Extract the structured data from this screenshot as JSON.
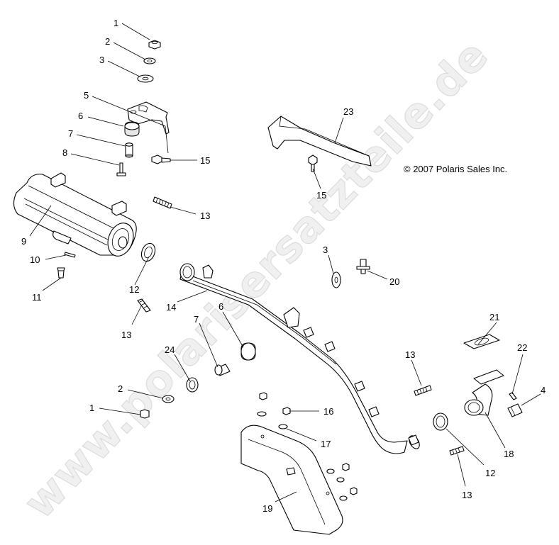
{
  "watermark": "www.polarisersatzteile.de",
  "copyright": "© 2007 Polaris Sales Inc.",
  "callouts": {
    "c1a": "1",
    "c2a": "2",
    "c3a": "3",
    "c5": "5",
    "c6a": "6",
    "c7a": "7",
    "c8": "8",
    "c15a": "15",
    "c9": "9",
    "c13a": "13",
    "c10": "10",
    "c11": "11",
    "c12a": "12",
    "c13b": "13",
    "c23": "23",
    "c15b": "15",
    "c3b": "3",
    "c20": "20",
    "c14": "14",
    "c7b": "7",
    "c6b": "6",
    "c24": "24",
    "c2b": "2",
    "c1b": "1",
    "c13c": "13",
    "c21": "21",
    "c22": "22",
    "c4": "4",
    "c16": "16",
    "c17": "17",
    "c18": "18",
    "c12b": "12",
    "c13d": "13",
    "c19": "19"
  }
}
